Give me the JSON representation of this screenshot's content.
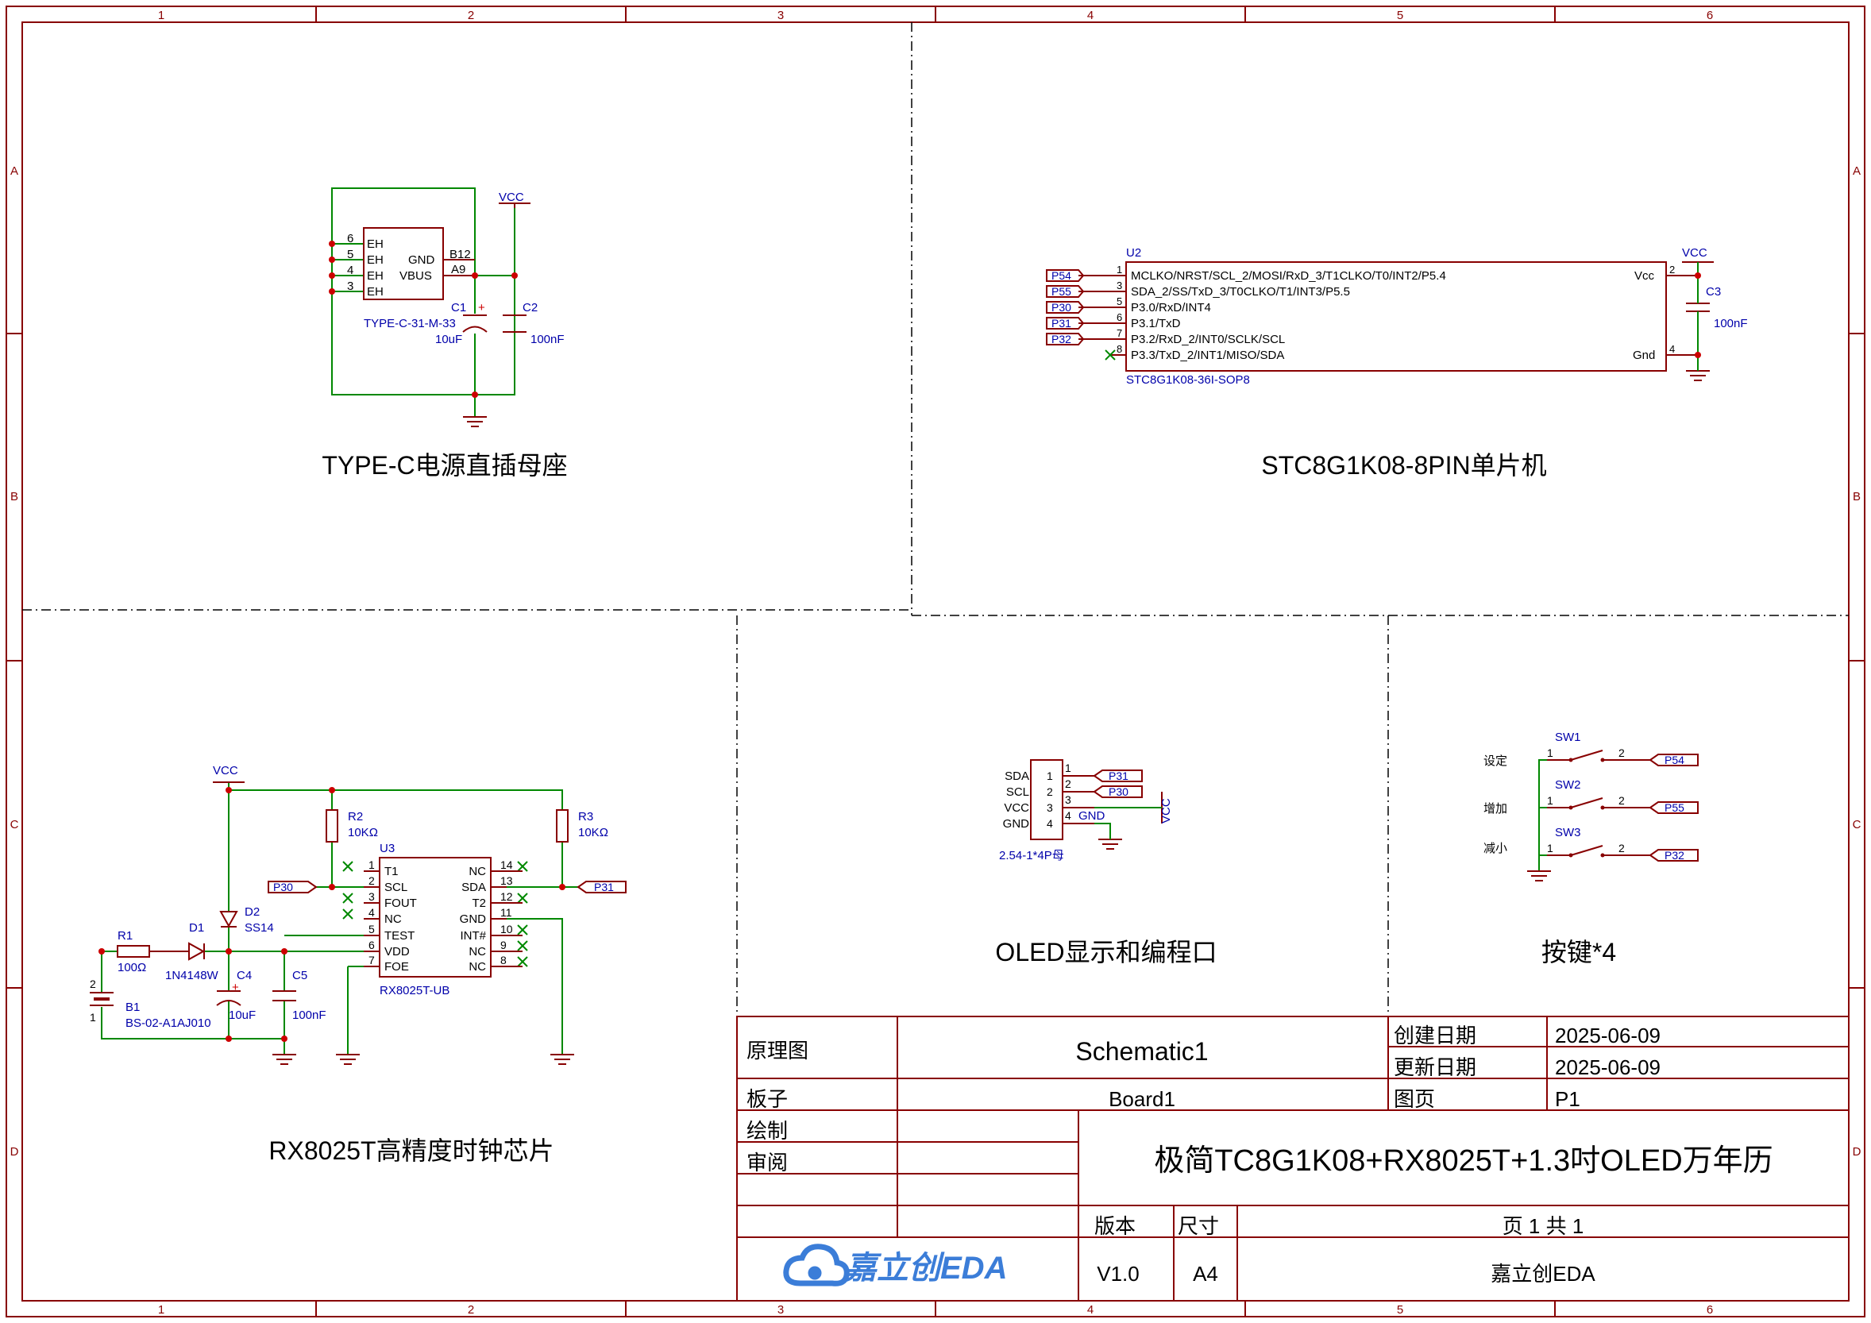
{
  "frame": {
    "columns": [
      "1",
      "2",
      "3",
      "4",
      "5",
      "6"
    ],
    "rows": [
      "A",
      "B",
      "C",
      "D"
    ]
  },
  "blocks": {
    "typec": {
      "title": "TYPE-C电源直插母座",
      "vcc": "VCC",
      "connector": {
        "pins": [
          "6",
          "5",
          "4",
          "3"
        ],
        "pin_names": [
          "EH",
          "EH",
          "EH",
          "EH"
        ],
        "gnd": "GND",
        "vbus": "VBUS",
        "b12": "B12",
        "a9": "A9",
        "part": "TYPE-C-31-M-33"
      },
      "c1": {
        "ref": "C1",
        "value": "10uF",
        "plus": "+"
      },
      "c2": {
        "ref": "C2",
        "value": "100nF"
      }
    },
    "mcu": {
      "title": "STC8G1K08-8PIN单片机",
      "ref": "U2",
      "part": "STC8G1K08-36I-SOP8",
      "vcc_label": "VCC",
      "pins": [
        {
          "num": "1",
          "name": "MCLKO/NRST/SCL_2/MOSI/RxD_3/T1CLKO/T0/INT2/P5.4",
          "net": "P54"
        },
        {
          "num": "3",
          "name": "SDA_2/SS/TxD_3/T0CLKO/T1/INT3/P5.5",
          "net": "P55"
        },
        {
          "num": "5",
          "name": "P3.0/RxD/INT4",
          "net": "P30"
        },
        {
          "num": "6",
          "name": "P3.1/TxD",
          "net": "P31"
        },
        {
          "num": "7",
          "name": "P3.2/RxD_2/INT0/SCLK/SCL",
          "net": "P32"
        },
        {
          "num": "8",
          "name": "P3.3/TxD_2/INT1/MISO/SDA",
          "net": ""
        }
      ],
      "right_pins": [
        {
          "num": "2",
          "name": "Vcc"
        },
        {
          "num": "4",
          "name": "Gnd"
        }
      ],
      "c3": {
        "ref": "C3",
        "value": "100nF"
      }
    },
    "rtc": {
      "title": "RX8025T高精度时钟芯片",
      "ref": "U3",
      "part": "RX8025T-UB",
      "vcc": "VCC",
      "left_pins": [
        {
          "num": "1",
          "name": "T1"
        },
        {
          "num": "2",
          "name": "SCL"
        },
        {
          "num": "3",
          "name": "FOUT"
        },
        {
          "num": "4",
          "name": "NC"
        },
        {
          "num": "5",
          "name": "TEST"
        },
        {
          "num": "6",
          "name": "VDD"
        },
        {
          "num": "7",
          "name": "FOE"
        }
      ],
      "right_pins": [
        {
          "num": "14",
          "name": "NC"
        },
        {
          "num": "13",
          "name": "SDA"
        },
        {
          "num": "12",
          "name": "T2"
        },
        {
          "num": "11",
          "name": "GND"
        },
        {
          "num": "10",
          "name": "INT#"
        },
        {
          "num": "9",
          "name": "NC"
        },
        {
          "num": "8",
          "name": "NC"
        }
      ],
      "r2": {
        "ref": "R2",
        "value": "10KΩ"
      },
      "r3": {
        "ref": "R3",
        "value": "10KΩ"
      },
      "r1": {
        "ref": "R1",
        "value": "100Ω"
      },
      "d1": {
        "ref": "D1",
        "value": "1N4148W"
      },
      "d2": {
        "ref": "D2",
        "value": "SS14"
      },
      "c4": {
        "ref": "C4",
        "value": "10uF",
        "plus": "+"
      },
      "c5": {
        "ref": "C5",
        "value": "100nF"
      },
      "b1": {
        "ref": "B1",
        "value": "BS-02-A1AJ010",
        "pin1": "1",
        "pin2": "2"
      },
      "net_p30": "P30",
      "net_p31": "P31"
    },
    "oled": {
      "title": "OLED显示和编程口",
      "pins": [
        {
          "num": "1",
          "name": "SDA"
        },
        {
          "num": "2",
          "name": "SCL"
        },
        {
          "num": "3",
          "name": "VCC"
        },
        {
          "num": "4",
          "name": "GND"
        }
      ],
      "part": "2.54-1*4P母",
      "net1": "P31",
      "net2": "P30",
      "net3": "VCC",
      "net4": "GND"
    },
    "keys": {
      "title": "按键*4",
      "switches": [
        {
          "ref": "SW1",
          "label": "设定",
          "pin1": "1",
          "pin2": "2",
          "net": "P54"
        },
        {
          "ref": "SW2",
          "label": "增加",
          "pin1": "1",
          "pin2": "2",
          "net": "P55"
        },
        {
          "ref": "SW3",
          "label": "减小",
          "pin1": "1",
          "pin2": "2",
          "net": "P32"
        }
      ]
    }
  },
  "title_block": {
    "schematic_label": "原理图",
    "schematic_value": "Schematic1",
    "board_label": "板子",
    "board_value": "Board1",
    "drawn_label": "绘制",
    "review_label": "审阅",
    "created_label": "创建日期",
    "created_value": "2025-06-09",
    "updated_label": "更新日期",
    "updated_value": "2025-06-09",
    "page_label": "图页",
    "page_value": "P1",
    "project_title": "极简TC8G1K08+RX8025T+1.3吋OLED万年历",
    "version_label": "版本",
    "size_label": "尺寸",
    "page_of": "页      1      共      1",
    "version_value": "V1.0",
    "size_value": "A4",
    "company": "嘉立创EDA",
    "logo_text": "嘉立创EDA",
    "colors": {
      "wire": "#008800",
      "part": "#880000",
      "label": "#0000aa",
      "junction": "#cc0000",
      "logo": "#3b7dd8"
    }
  }
}
